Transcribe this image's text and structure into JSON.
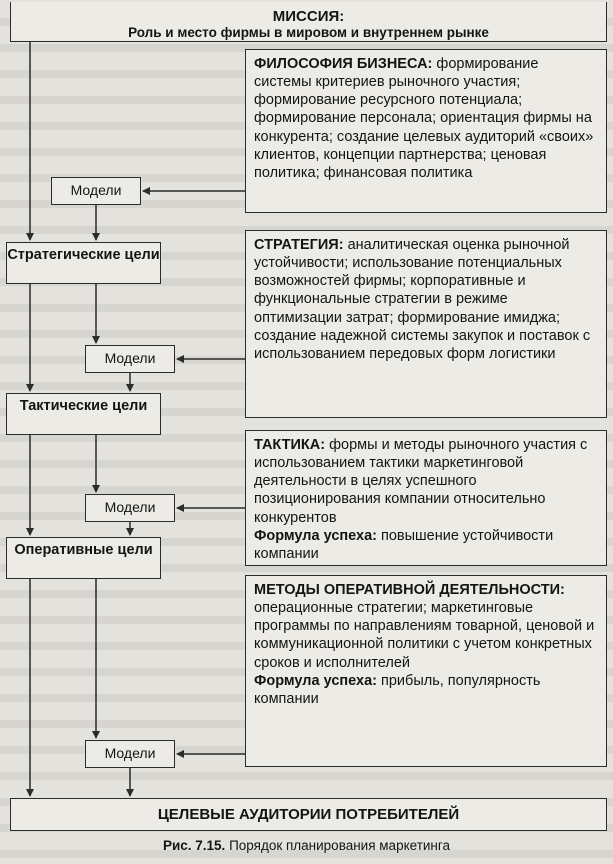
{
  "mission": {
    "title": "МИССИЯ:",
    "subtitle": "Роль и место фирмы в мировом и внутреннем рынке"
  },
  "philosophy": {
    "heading": "ФИЛОСОФИЯ БИЗНЕСА:",
    "body": " формирование системы критериев рыночного участия; формирование ресурсного потенциала; формирование персонала; ориентация фирмы  на конкурента; создание целевых аудиторий «своих» клиентов, концепции партнерства; ценовая политика; финансовая политика"
  },
  "strategy": {
    "heading": "СТРАТЕГИЯ:",
    "body": " аналитическая оценка рыночной устойчивости; использование потенциальных возможностей фирмы; корпоративные и функциональные стратегии в режиме оптимизации затрат; формирование имиджа;    создание надежной системы закупок и поставок с использованием передовых форм логистики"
  },
  "tactics": {
    "heading": "ТАКТИКА:",
    "body": "  формы и методы рыночного участия с использованием тактики маркетинговой деятельности   в целях успешного позиционирования компании относительно конкурентов",
    "formula_label": "Формула успеха:",
    "formula_text": " повышение устойчивости компании"
  },
  "methods": {
    "heading": "МЕТОДЫ ОПЕРАТИВНОЙ ДЕЯТЕЛЬНОСТИ:",
    "body": "операционные стратегии; маркетинговые программы по направлениям товарной, ценовой  и коммуникационной политики с учетом конкретных сроков и исполнителей",
    "formula_label": "Формула успеха:",
    "formula_text": " прибыль, популярность компании"
  },
  "goals": {
    "strategic": "Стратегические цели",
    "tactical": "Тактические цели",
    "operational": "Оперативные цели"
  },
  "models": [
    "Модели",
    "Модели",
    "Модели",
    "Модели"
  ],
  "audiences": "ЦЕЛЕВЫЕ АУДИТОРИИ ПОТРЕБИТЕЛЕЙ",
  "caption": {
    "figure": "Рис. 7.15.",
    "text": " Порядок планирования маркетинга"
  },
  "colors": {
    "background": "#e3e2dc",
    "box_fill": "#ecebe6",
    "stroke": "#2b2b2b"
  }
}
